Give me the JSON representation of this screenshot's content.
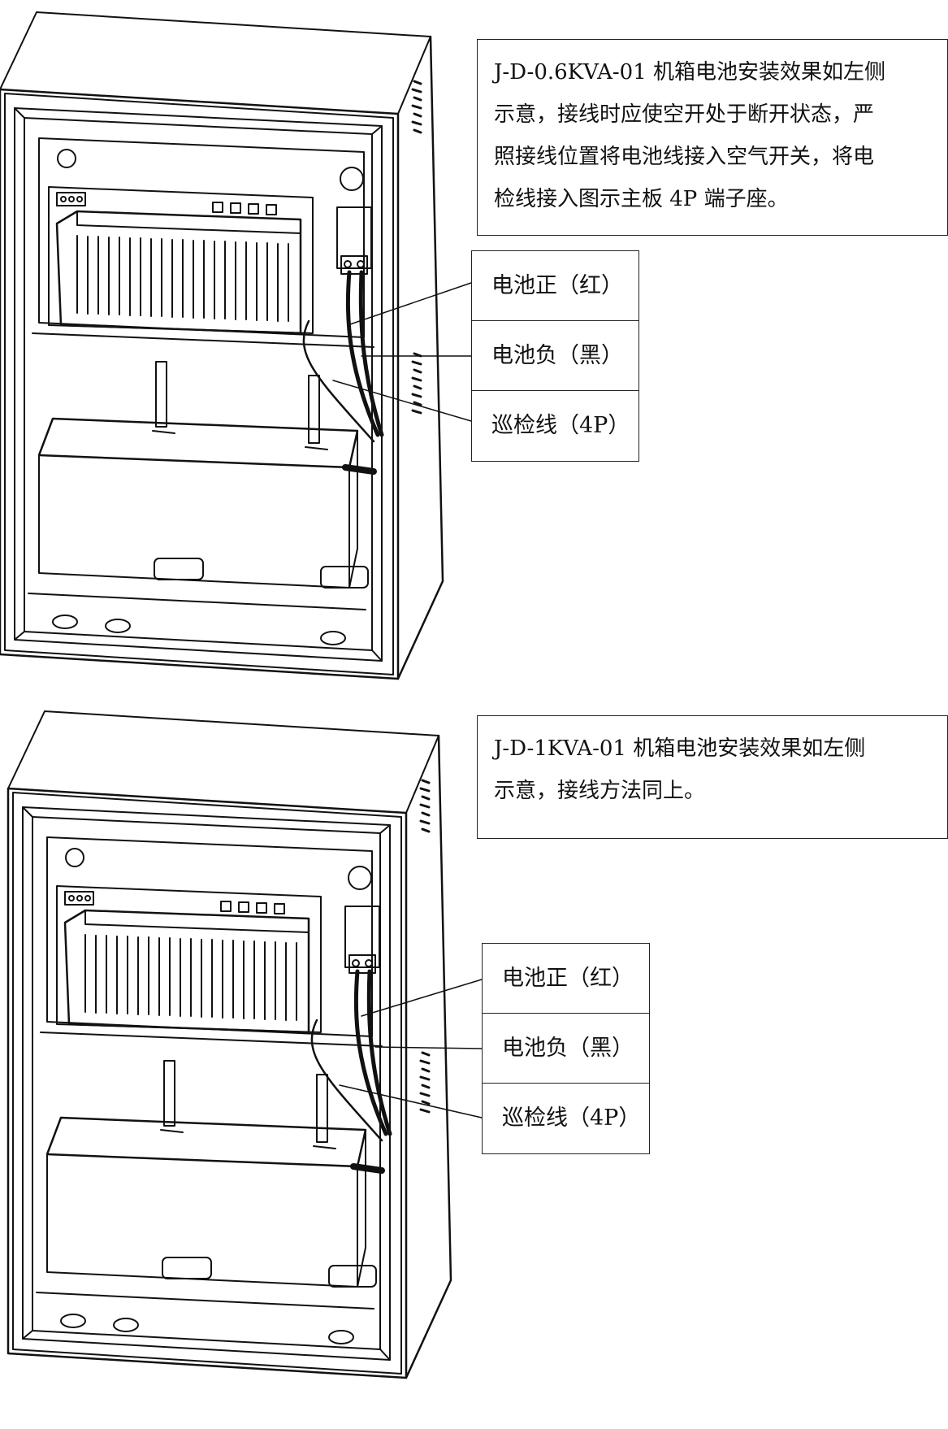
{
  "sections": [
    {
      "note_lines": [
        "J-D-0.6KVA-01 机箱电池安装效果如左侧",
        "示意，接线时应使空开处于断开状态，严",
        "照接线位置将电池线接入空气开关，将电",
        "检线接入图示主板 4P 端子座。"
      ],
      "callouts": [
        "电池正（红）",
        "电池负（黑）",
        "巡检线（4P）"
      ]
    },
    {
      "note_lines": [
        "J-D-1KVA-01 机箱电池安装效果如左侧",
        "示意，接线方法同上。"
      ],
      "callouts": [
        "电池正（红）",
        "电池负（黑）",
        "巡检线（4P）"
      ]
    }
  ]
}
